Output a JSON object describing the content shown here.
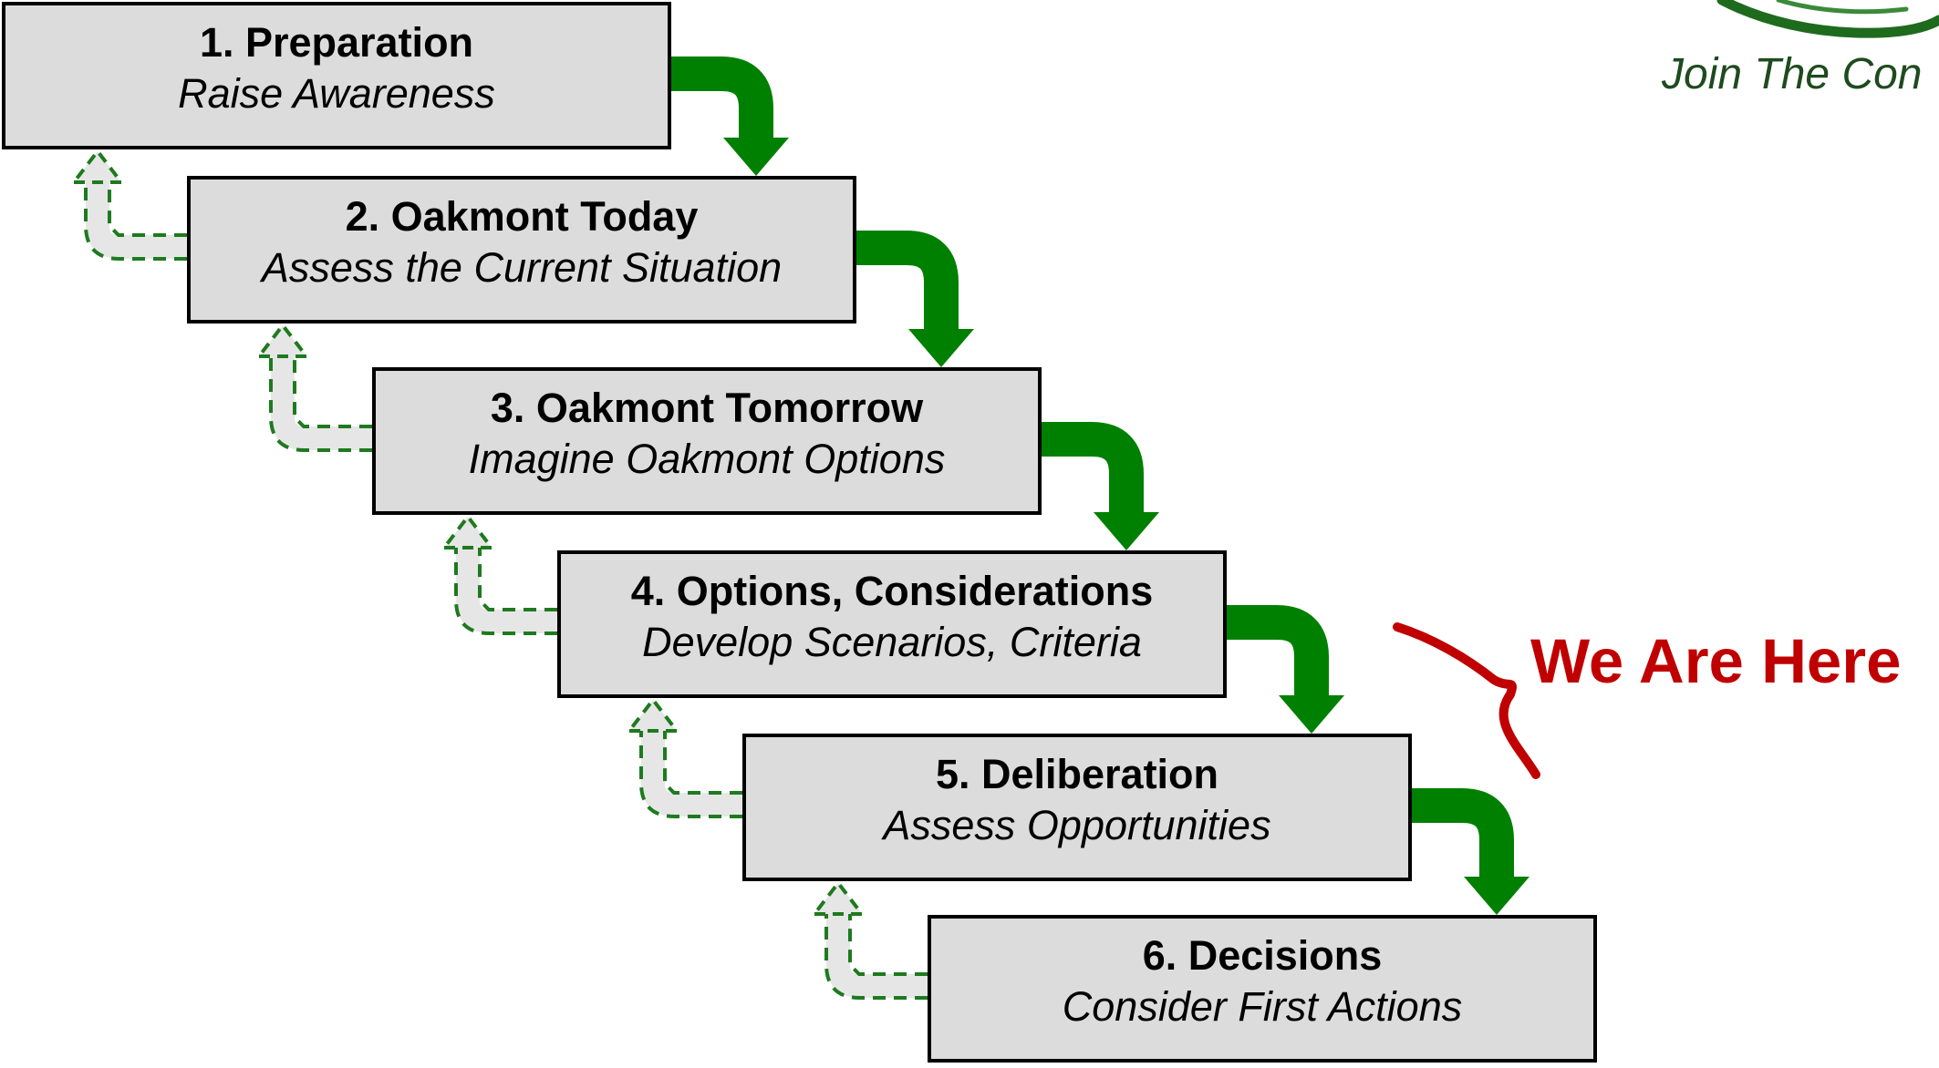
{
  "steps": [
    {
      "title": "1. Preparation",
      "subtitle": "Raise Awareness"
    },
    {
      "title": "2. Oakmont Today",
      "subtitle": "Assess the Current Situation"
    },
    {
      "title": "3. Oakmont Tomorrow",
      "subtitle": "Imagine Oakmont Options"
    },
    {
      "title": "4. Options, Considerations",
      "subtitle": "Develop Scenarios, Criteria"
    },
    {
      "title": "5. Deliberation",
      "subtitle": "Assess Opportunities"
    },
    {
      "title": "6. Decisions",
      "subtitle": "Consider First Actions"
    }
  ],
  "callout": {
    "label": "We Are Here"
  },
  "logo": {
    "tagline": "Join The Con"
  },
  "colors": {
    "forward_arrow": "#008000",
    "feedback_arrow_outline": "#1e7a1e",
    "feedback_arrow_fill": "#e6e6e6",
    "box_fill": "#dcdcdc",
    "callout": "#c00000"
  },
  "icons": {
    "forward": "down-right-arrow-icon",
    "feedback": "return-up-arrow-icon",
    "callout": "brace-icon"
  }
}
